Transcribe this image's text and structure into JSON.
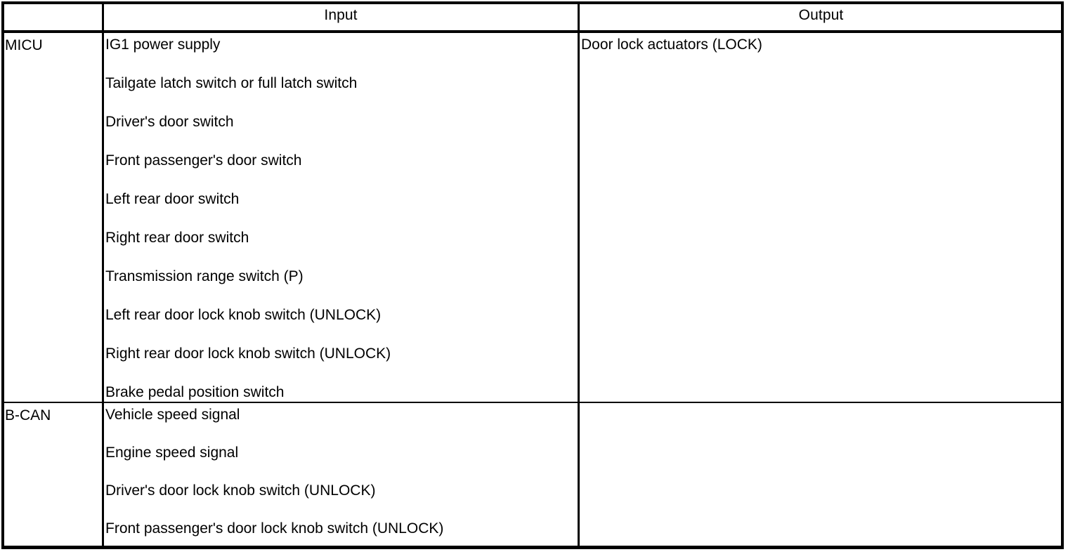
{
  "table": {
    "columns": [
      {
        "key": "source",
        "label": ""
      },
      {
        "key": "input",
        "label": "Input"
      },
      {
        "key": "output",
        "label": "Output"
      }
    ],
    "header": {
      "corner_label": "",
      "input_label": "Input",
      "output_label": "Output"
    },
    "rows": [
      {
        "source": "MICU",
        "input": [
          "IG1 power supply",
          "Tailgate latch switch or full latch switch",
          "Driver's door switch",
          "Front passenger's door switch",
          "Left rear door switch",
          "Right rear door switch",
          "Transmission range switch (P)",
          "Left rear door lock knob switch (UNLOCK)",
          "Right rear door lock knob switch (UNLOCK)",
          "Brake pedal position switch"
        ],
        "output": [
          "Door lock actuators (LOCK)"
        ]
      },
      {
        "source": "B-CAN",
        "input": [
          "Vehicle speed signal",
          "Engine speed signal",
          "Driver's door lock knob switch (UNLOCK)",
          "Front passenger's door lock knob switch (UNLOCK)"
        ],
        "output": []
      }
    ]
  },
  "colors": {
    "text": "#000000",
    "border": "#000000",
    "background": "#ffffff"
  }
}
